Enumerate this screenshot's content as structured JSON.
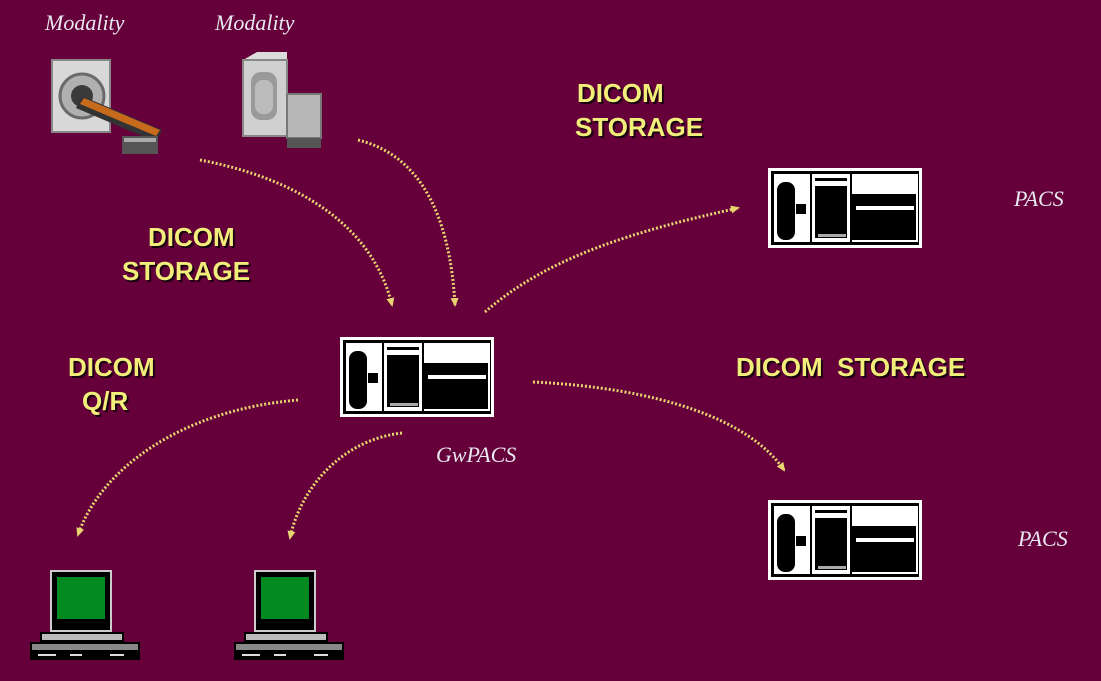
{
  "labels": {
    "modality_1": "Modality",
    "modality_2": "Modality",
    "storage_top_line1": "DICOM",
    "storage_top_line2": "STORAGE",
    "storage_left_line1": "DICOM",
    "storage_left_line2": "STORAGE",
    "qr_line1": "DICOM",
    "qr_line2": "Q/R",
    "storage_right": "DICOM  STORAGE",
    "gwpacs": "GwPACS",
    "pacs_top": "PACS",
    "pacs_bottom": "PACS"
  },
  "icons": {
    "modality_1": "ct-scanner-icon",
    "modality_2": "mri-scanner-icon",
    "gateway": "server-console-icon",
    "pacs": "server-console-icon",
    "workstation": "computer-workstation-icon"
  },
  "colors": {
    "background": "#66003a",
    "label_text": "#f2ee7a",
    "arrow": "#e8d470",
    "caption_text": "#e8e8f0"
  }
}
